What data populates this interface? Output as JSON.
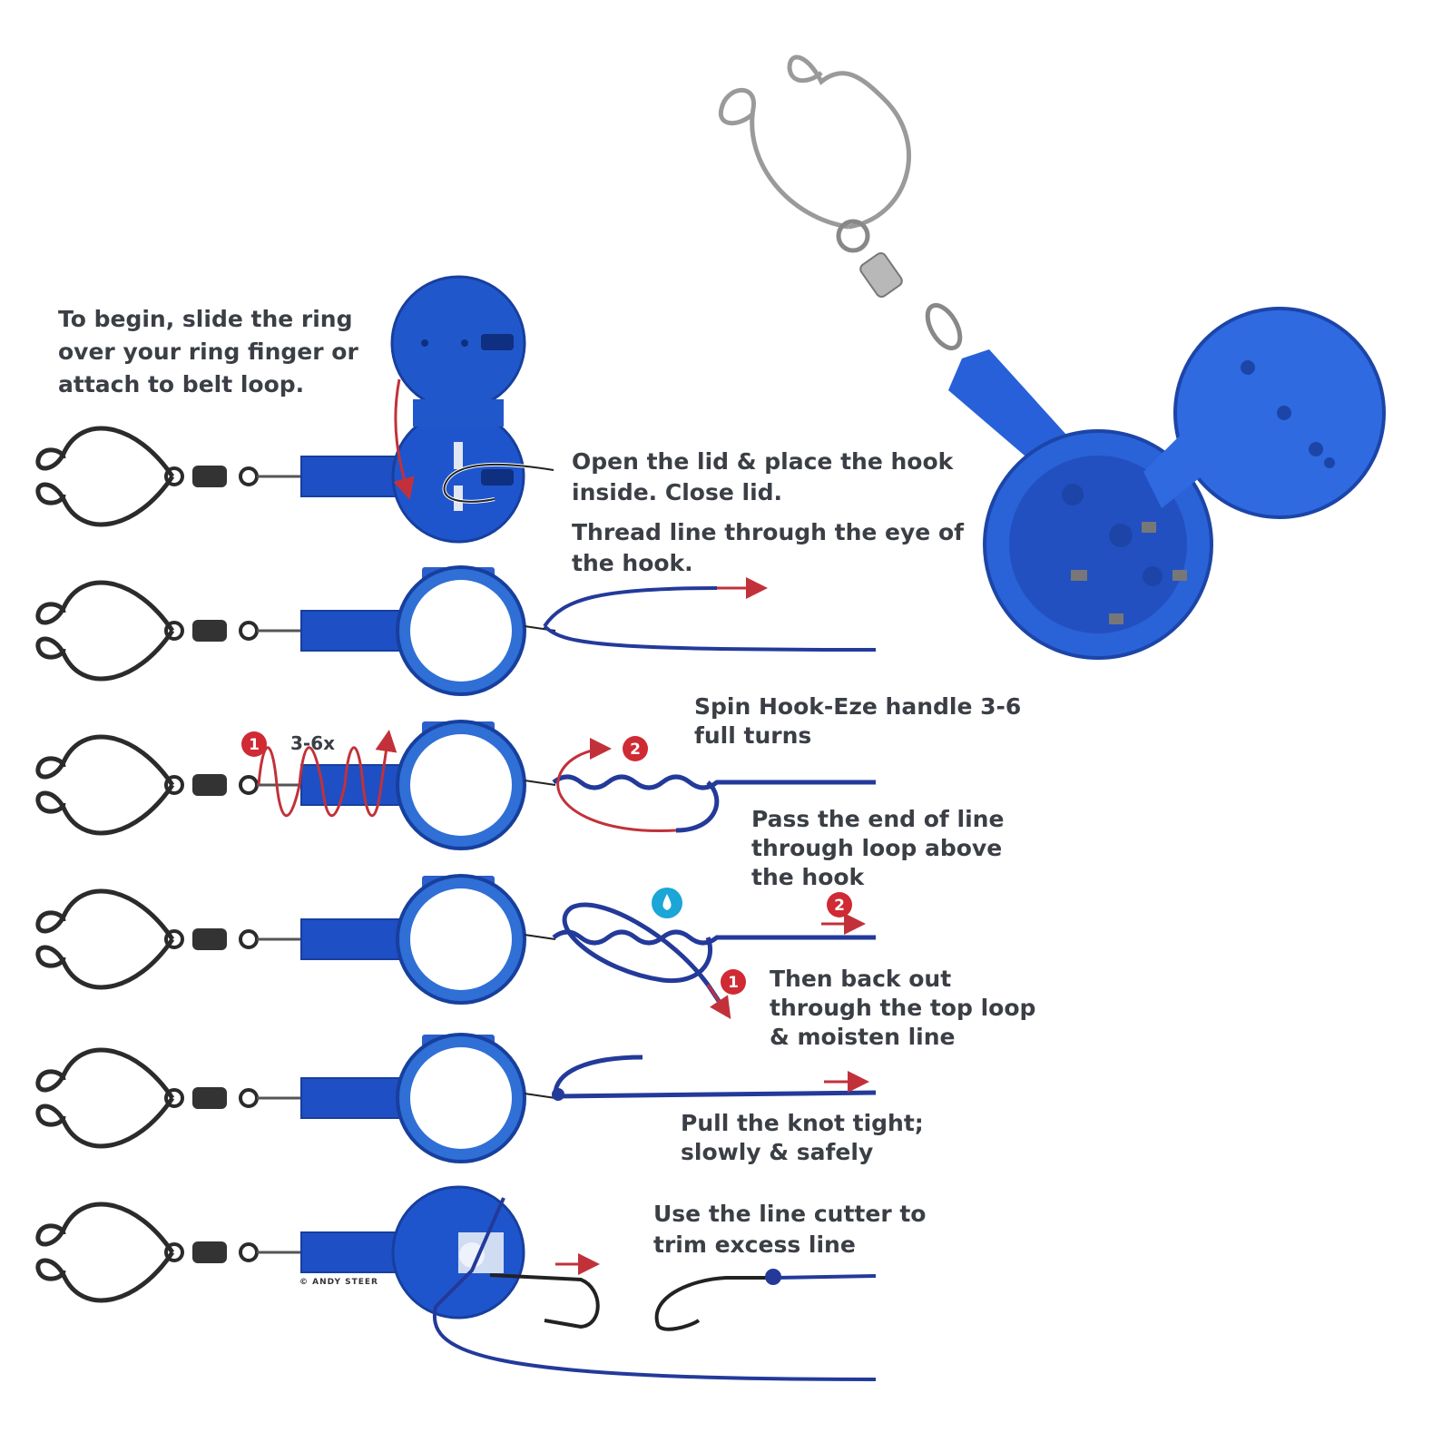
{
  "colors": {
    "device": "#1f4fc4",
    "device_light": "#2f6fd6",
    "line": "#233a9a",
    "arrow": "#c2313a",
    "wire": "#2b2b2b",
    "water": "#1aa6d6"
  },
  "steps": [
    {
      "lines": [
        "To begin, slide the ring",
        "over your ring finger or",
        "attach to belt loop."
      ]
    },
    {
      "lines": [
        "Open the lid & place the hook",
        "inside. Close lid."
      ]
    },
    {
      "lines": [
        "Thread line through the eye of",
        "the hook."
      ]
    },
    {
      "lines": [
        "Spin Hook-Eze handle 3-6",
        "full turns"
      ]
    },
    {
      "lines": [
        "Pass the end of line",
        "through loop above",
        "the hook"
      ]
    },
    {
      "lines": [
        "Then back out",
        "through the top loop",
        "& moisten  line"
      ]
    },
    {
      "lines": [
        "Pull the knot tight;",
        "slowly & safely"
      ]
    },
    {
      "lines": [
        "Use the line cutter to",
        "trim excess line"
      ]
    }
  ],
  "annotations": {
    "turns": "3-6x",
    "badge_1": "1",
    "badge_2": "2",
    "copyright": "© ANDY STEER"
  }
}
